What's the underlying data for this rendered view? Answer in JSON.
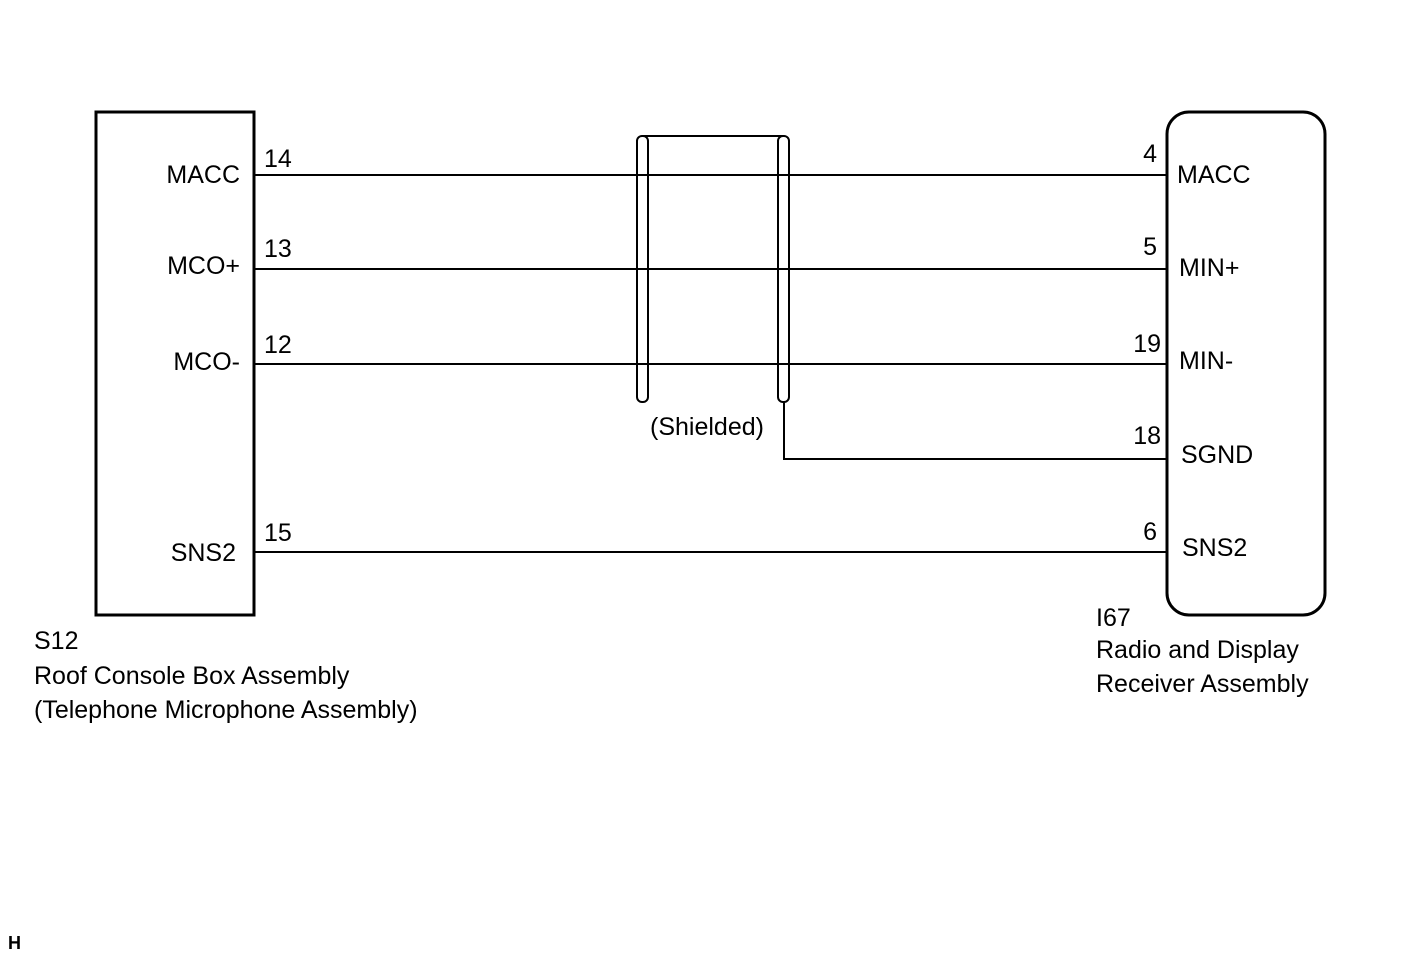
{
  "left_component": {
    "code": "S12",
    "name": "Roof Console Box Assembly",
    "subname": "(Telephone Microphone Assembly)"
  },
  "right_component": {
    "code": "I67",
    "name_line1": "Radio and Display",
    "name_line2": "Receiver Assembly"
  },
  "shield_label": "(Shielded)",
  "corner_mark": "H",
  "wires": [
    {
      "left_label": "MACC",
      "left_pin": "14",
      "right_pin": "4",
      "right_label": "MACC"
    },
    {
      "left_label": "MCO+",
      "left_pin": "13",
      "right_pin": "5",
      "right_label": "MIN+"
    },
    {
      "left_label": "MCO-",
      "left_pin": "12",
      "right_pin": "19",
      "right_label": "MIN-"
    },
    {
      "left_label": "",
      "left_pin": "",
      "right_pin": "18",
      "right_label": "SGND"
    },
    {
      "left_label": "SNS2",
      "left_pin": "15",
      "right_pin": "6",
      "right_label": "SNS2"
    }
  ]
}
